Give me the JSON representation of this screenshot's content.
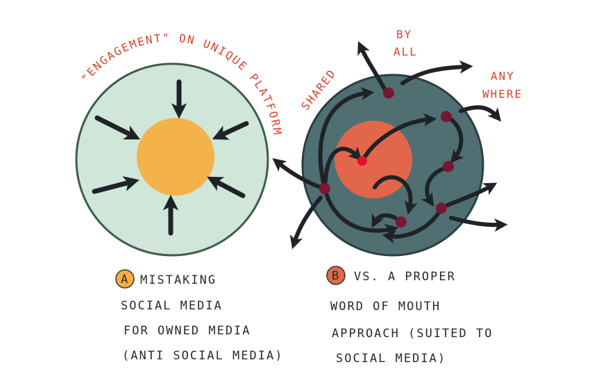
{
  "colors": {
    "outer_a": "#cfe6d8",
    "inner_a": "#f3b24a",
    "outer_b": "#4f6f73",
    "inner_b": "#e2664a",
    "node": "#7a1730",
    "ink": "#1f2328",
    "label_red": "#d4452b",
    "badge_a": "#f5b041",
    "badge_b": "#e06a4a"
  },
  "left": {
    "arc_label": "\"ENGAGEMENT\" ON UNIQUE PLATFORM",
    "badge": "A",
    "caption_lines": [
      "MISTAKING",
      "SOCIAL MEDIA",
      "FOR OWNED MEDIA",
      "(ANTI SOCIAL MEDIA)"
    ]
  },
  "right": {
    "label_shared": "SHARED",
    "label_by": "BY",
    "label_all": "ALL",
    "label_any": "ANY",
    "label_where": "WHERE",
    "badge": "B",
    "caption_lines": [
      "VS. A PROPER",
      "WORD OF MOUTH",
      "APPROACH (SUITED TO",
      "SOCIAL MEDIA)"
    ]
  }
}
